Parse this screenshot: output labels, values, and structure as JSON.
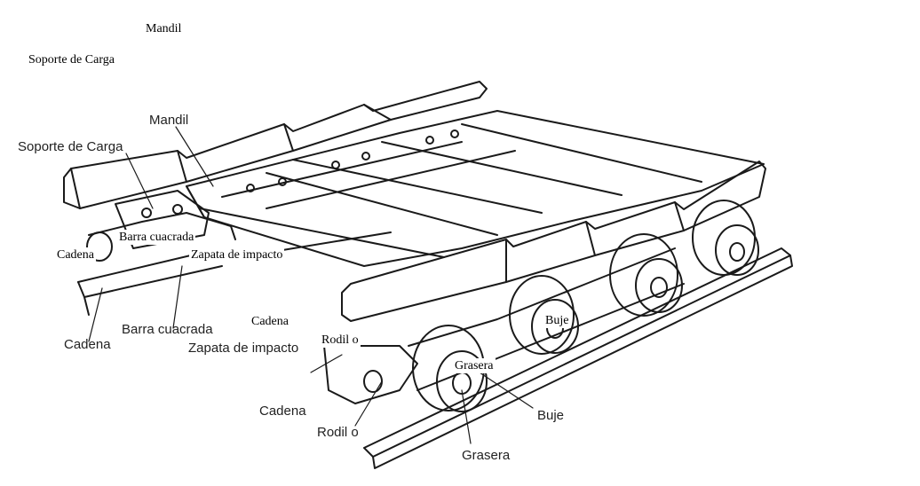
{
  "header": {
    "mandil": "Mandil",
    "soporte": "Soporte de Carga"
  },
  "overlay_labels": {
    "barra": "Barra cuacrada",
    "cadena_left": "Cadena",
    "zapata": "Zapata de impacto",
    "cadena_mid": "Cadena",
    "rodillo": "Rodil o",
    "buje": "Buje",
    "grasera": "Grasera"
  },
  "figure_labels": {
    "mandil": "Mandil",
    "soporte": "Soporte de Carga",
    "barra": "Barra cuacrada",
    "cadena_left": "Cadena",
    "zapata": "Zapata de impacto",
    "cadena_bottom": "Cadena",
    "rodillo": "Rodil o",
    "buje": "Buje",
    "grasera": "Grasera"
  },
  "colors": {
    "line": "#1a1a1a",
    "background": "#ffffff"
  }
}
